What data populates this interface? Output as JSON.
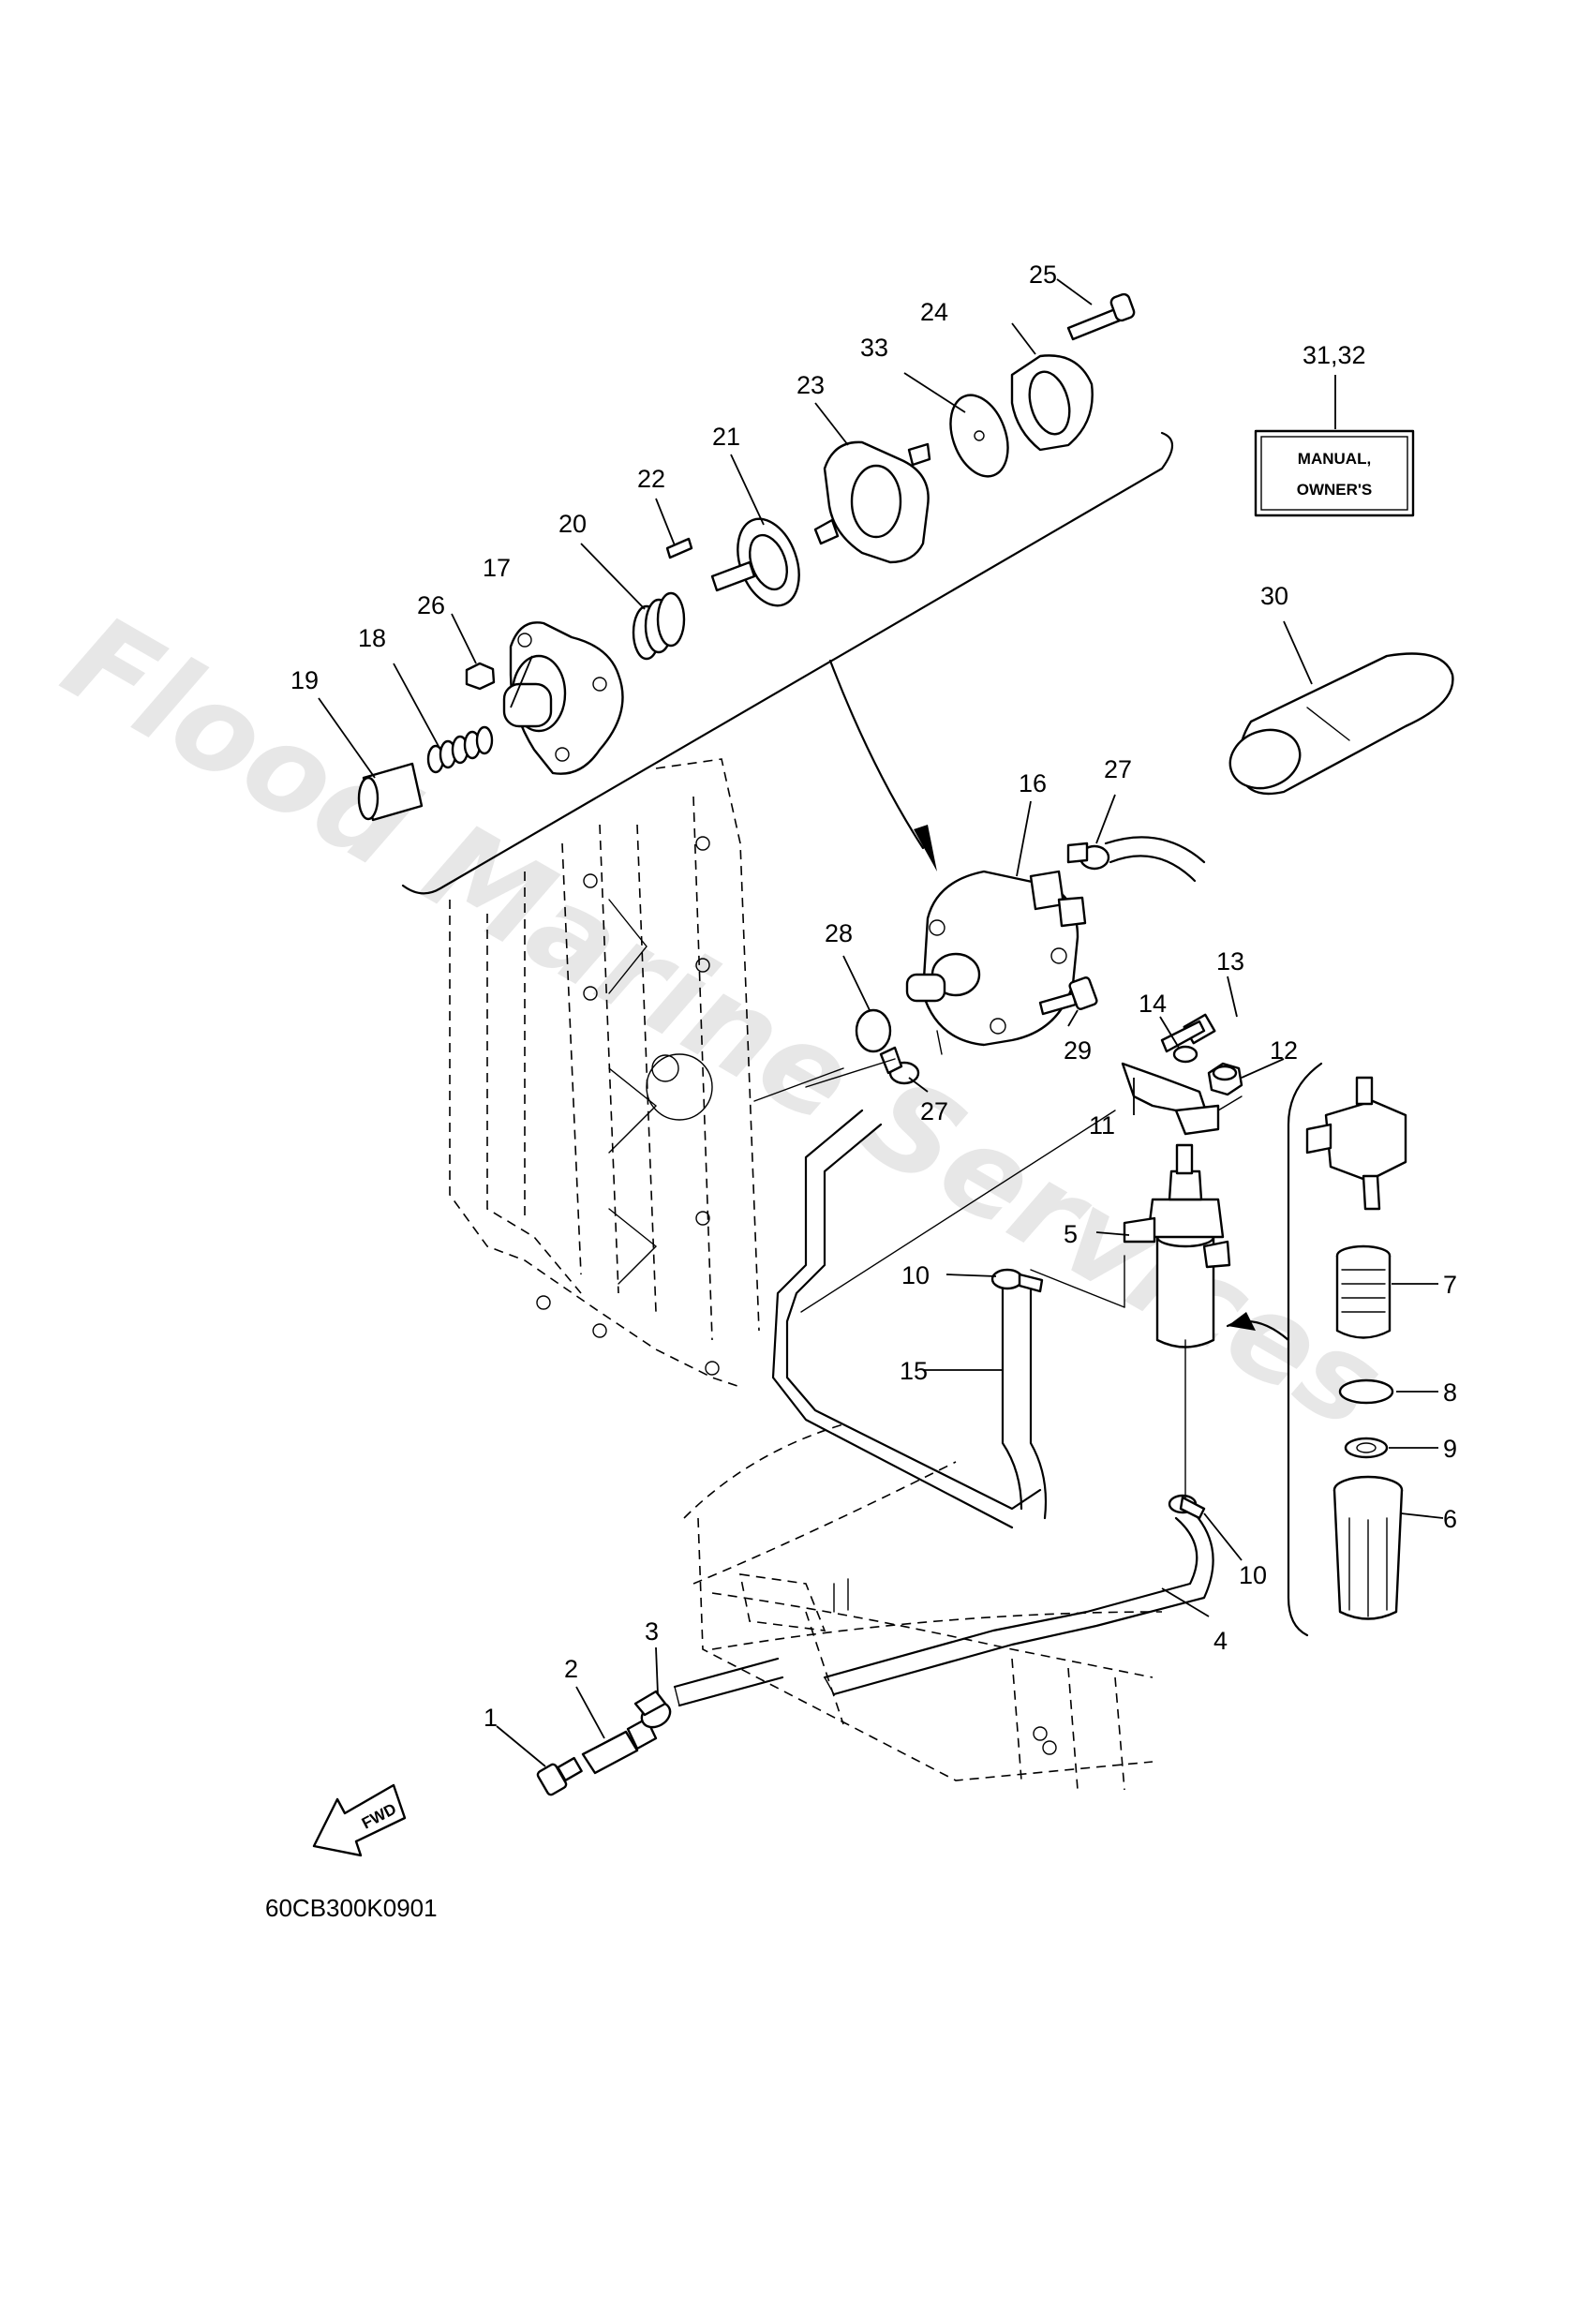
{
  "watermark": "Flood Marine Services",
  "diagram_code": "60CB300K0901",
  "fwd_label": "FWD",
  "manual_label": {
    "line1": "MANUAL,",
    "line2": "OWNER'S"
  },
  "callouts": {
    "c1": "1",
    "c2": "2",
    "c3": "3",
    "c4": "4",
    "c5": "5",
    "c6": "6",
    "c7": "7",
    "c8": "8",
    "c9": "9",
    "c10a": "10",
    "c10b": "10",
    "c11": "11",
    "c12": "12",
    "c13": "13",
    "c14": "14",
    "c15": "15",
    "c16": "16",
    "c17": "17",
    "c18": "18",
    "c19": "19",
    "c20": "20",
    "c21": "21",
    "c22": "22",
    "c23": "23",
    "c24": "24",
    "c25": "25",
    "c26": "26",
    "c27a": "27",
    "c27b": "27",
    "c28": "28",
    "c29": "29",
    "c30": "30",
    "c3132": "31,32",
    "c33": "33"
  }
}
